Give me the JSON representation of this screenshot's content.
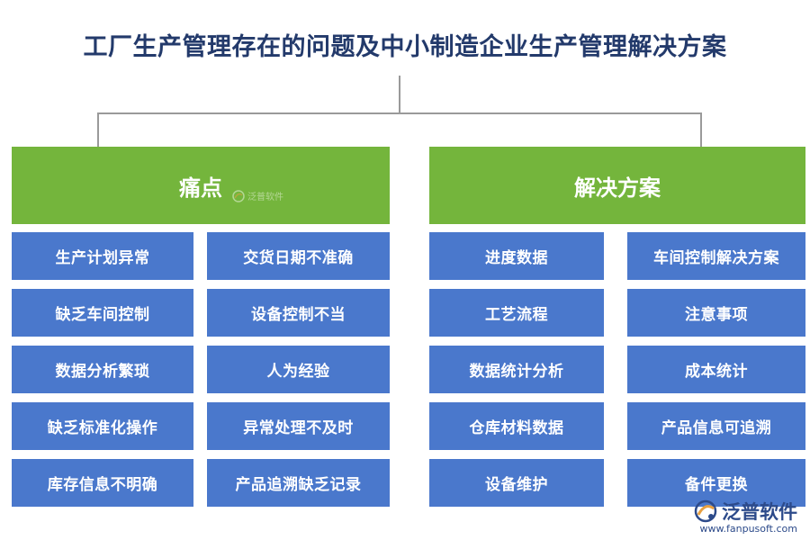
{
  "title": "工厂生产管理存在的问题及中小制造企业生产管理解决方案",
  "left": {
    "header": "痛点",
    "items": [
      "生产计划异常",
      "交货日期不准确",
      "缺乏车间控制",
      "设备控制不当",
      "数据分析繁琐",
      "人为经验",
      "缺乏标准化操作",
      "异常处理不及时",
      "库存信息不明确",
      "产品追溯缺乏记录"
    ]
  },
  "right": {
    "header": "解决方案",
    "items": [
      "进度数据",
      "车间控制解决方案",
      "工艺流程",
      "注意事项",
      "数据统计分析",
      "成本统计",
      "仓库材料数据",
      "产品信息可追溯",
      "设备维护",
      "备件更换"
    ]
  },
  "watermark": {
    "name": "泛普软件",
    "icon": "fanpu-logo-icon"
  },
  "logo": {
    "name": "泛普软件",
    "url": "www.fanpusoft.com",
    "icon": "fanpu-logo-icon"
  },
  "colors": {
    "title": "#233a6b",
    "header_bg": "#74b53c",
    "box_bg": "#4a78cc",
    "connector": "#9a9a9a"
  }
}
